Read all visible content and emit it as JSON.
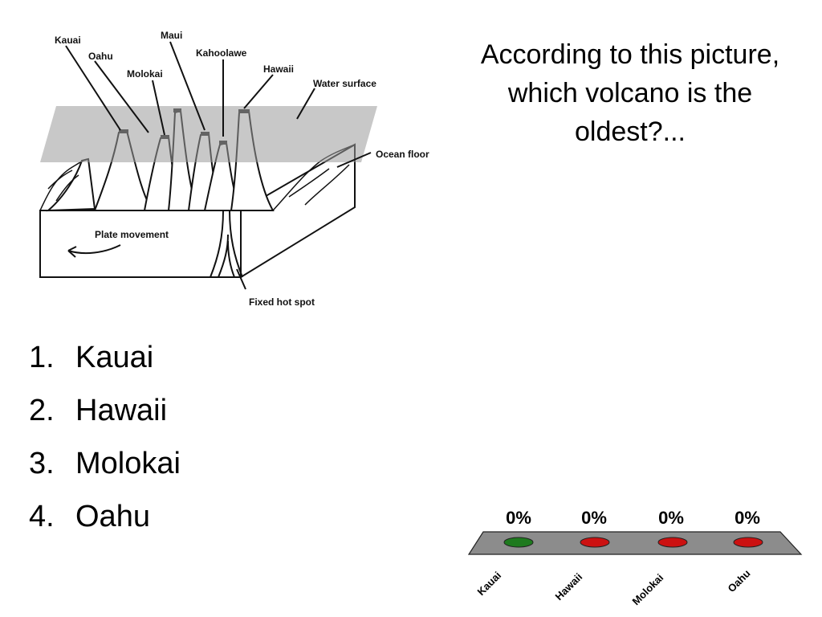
{
  "diagram": {
    "labels": {
      "kauai": "Kauai",
      "oahu": "Oahu",
      "molokai": "Molokai",
      "maui": "Maui",
      "kahoolawe": "Kahoolawe",
      "hawaii": "Hawaii",
      "water_surface": "Water surface",
      "ocean_floor": "Ocean floor",
      "plate_movement": "Plate movement",
      "hot_spot": "Fixed hot spot"
    }
  },
  "question": "According to this picture, which volcano is the oldest?...",
  "answers": [
    {
      "num": "1.",
      "text": "Kauai"
    },
    {
      "num": "2.",
      "text": "Hawaii"
    },
    {
      "num": "3.",
      "text": "Molokai"
    },
    {
      "num": "4.",
      "text": "Oahu"
    }
  ],
  "poll": {
    "results": [
      {
        "label": "Kauai",
        "percent": "0%",
        "color": "#1e7a1e"
      },
      {
        "label": "Hawaii",
        "percent": "0%",
        "color": "#cc1111"
      },
      {
        "label": "Molokai",
        "percent": "0%",
        "color": "#cc1111"
      },
      {
        "label": "Oahu",
        "percent": "0%",
        "color": "#cc1111"
      }
    ],
    "platform_color": "#8c8c8c"
  }
}
